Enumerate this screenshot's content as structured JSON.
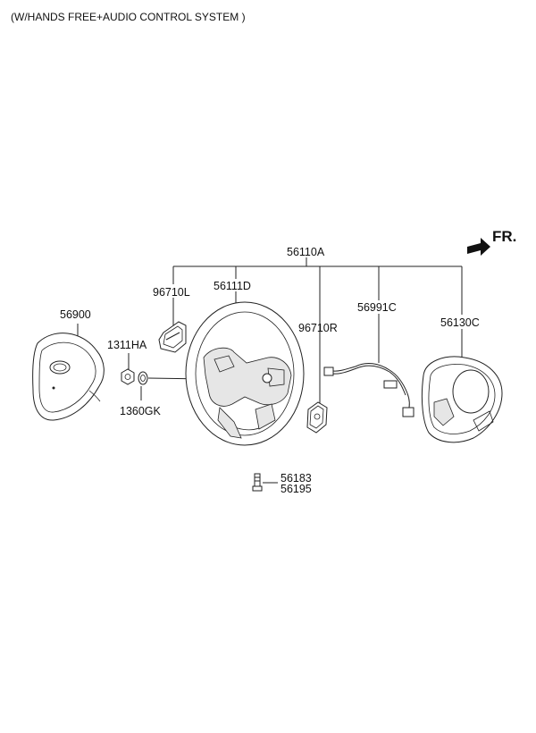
{
  "header": {
    "title": "(W/HANDS FREE+AUDIO CONTROL SYSTEM )"
  },
  "direction": {
    "label": "FR."
  },
  "parts": {
    "assembly": "56110A",
    "wheel_body": "56111D",
    "switch_left": "96710L",
    "switch_right": "96710R",
    "wire_harness": "56991C",
    "rear_cover": "56130C",
    "airbag_module": "56900",
    "nut": "1311HA",
    "washer": "1360GK",
    "bolt_a": "56183",
    "bolt_b": "56195"
  }
}
